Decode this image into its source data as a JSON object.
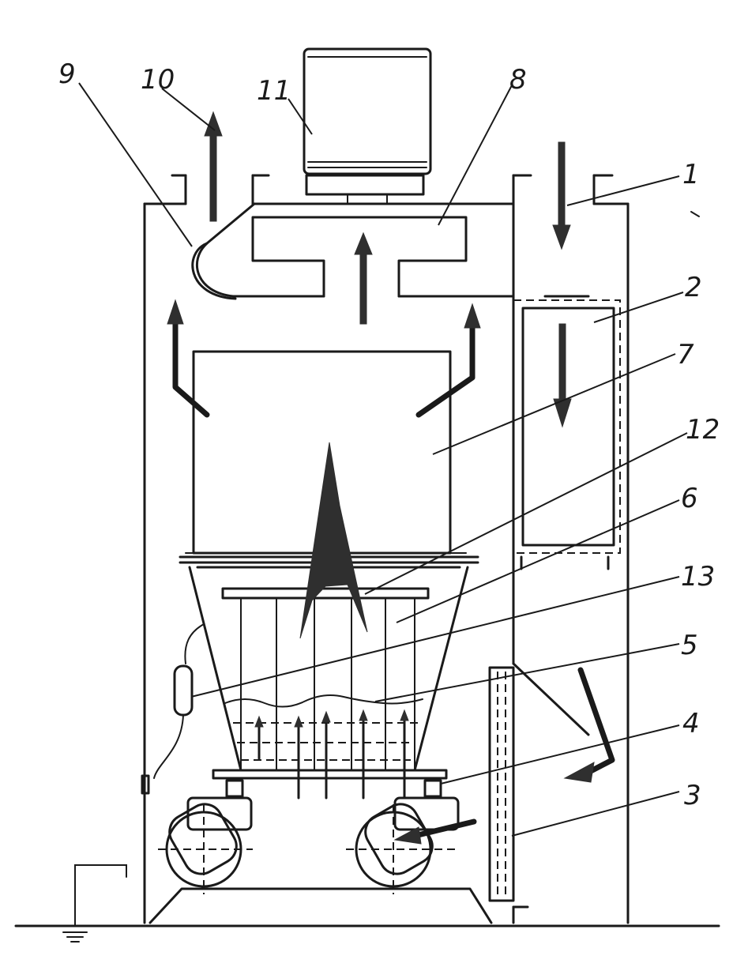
{
  "labels": {
    "l1": "1",
    "l2": "2",
    "l3": "3",
    "l4": "4",
    "l5": "5",
    "l6": "6",
    "l7": "7",
    "l8": "8",
    "l9": "9",
    "l10": "10",
    "l11": "11",
    "l12": "12",
    "l13": "13"
  },
  "colors": {
    "ink": "#1a1a1a",
    "arrow": "#2f2f2f",
    "paper": "#ffffff"
  }
}
